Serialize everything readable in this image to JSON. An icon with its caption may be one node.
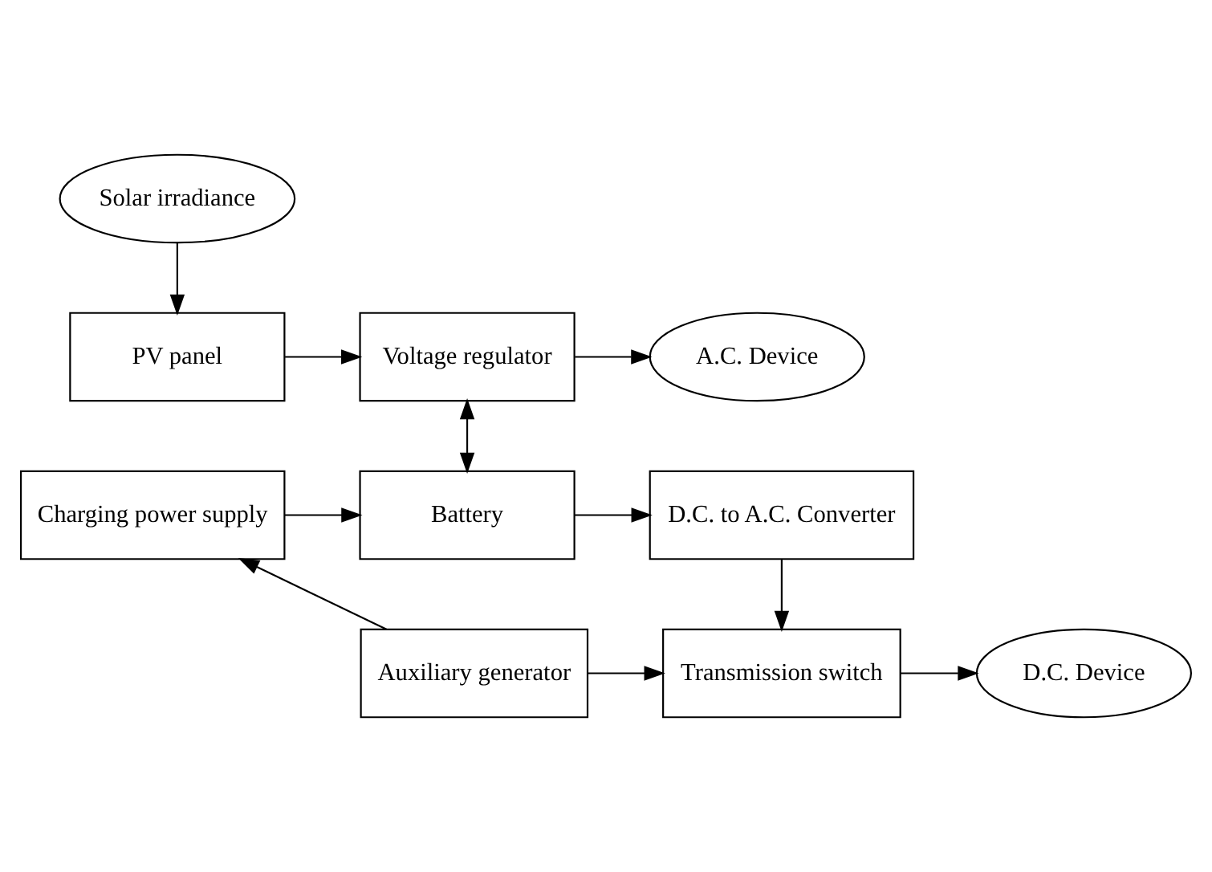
{
  "diagram": {
    "nodes": [
      {
        "text": [
          "Solar irradiance"
        ]
      },
      {
        "text": [
          "PV panel"
        ]
      },
      {
        "text": [
          "Voltage regulator"
        ]
      },
      {
        "text": [
          "A.C. Device"
        ]
      },
      {
        "text": [
          "Charging power supply"
        ]
      },
      {
        "text": [
          "Battery"
        ]
      },
      {
        "text": [
          "D.C. to A.C. Converter"
        ]
      },
      {
        "text": [
          "Auxiliary generator"
        ]
      },
      {
        "text": [
          "Transmission switch"
        ]
      },
      {
        "text": [
          "D.C. Device"
        ]
      }
    ],
    "edges": [
      {
        "from": 0,
        "to": 1,
        "arrow": "to"
      },
      {
        "from": 1,
        "to": 2,
        "arrow": "to"
      },
      {
        "from": 2,
        "to": 3,
        "arrow": "to"
      },
      {
        "from": 2,
        "to": 5,
        "arrow": "both"
      },
      {
        "from": 4,
        "to": 5,
        "arrow": "to"
      },
      {
        "from": 5,
        "to": 6,
        "arrow": "to"
      },
      {
        "from": 6,
        "to": 8,
        "arrow": "to"
      },
      {
        "from": 7,
        "to": 4,
        "arrow": "to"
      },
      {
        "from": 7,
        "to": 8,
        "arrow": "to"
      },
      {
        "from": 8,
        "to": 9,
        "arrow": "to"
      }
    ]
  }
}
